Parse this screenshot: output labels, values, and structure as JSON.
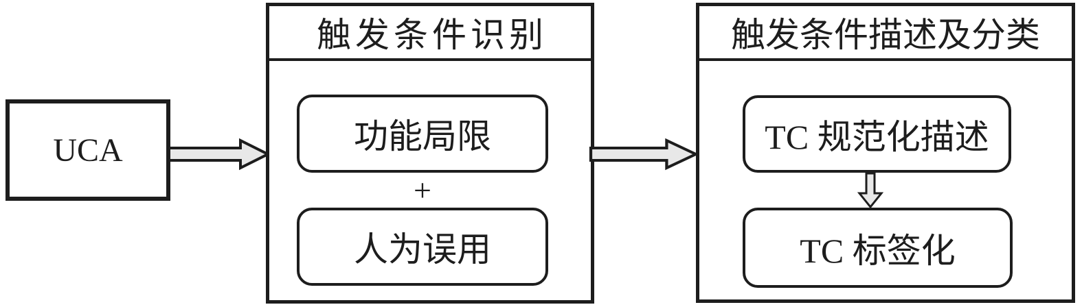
{
  "diagram": {
    "uca_label": "UCA",
    "middle_panel": {
      "title": "触发条件识别",
      "box1": "功能局限",
      "plus": "+",
      "box2": "人为误用"
    },
    "right_panel": {
      "title": "触发条件描述及分类",
      "box1": "TC 规范化描述",
      "box2": "TC 标签化"
    },
    "icons": {
      "flow_right": "arrow-right",
      "flow_down": "arrow-down"
    },
    "colors": {
      "stroke": "#1d1d1d",
      "arrow_fill": "#e8e8e8",
      "background": "#ffffff"
    }
  }
}
